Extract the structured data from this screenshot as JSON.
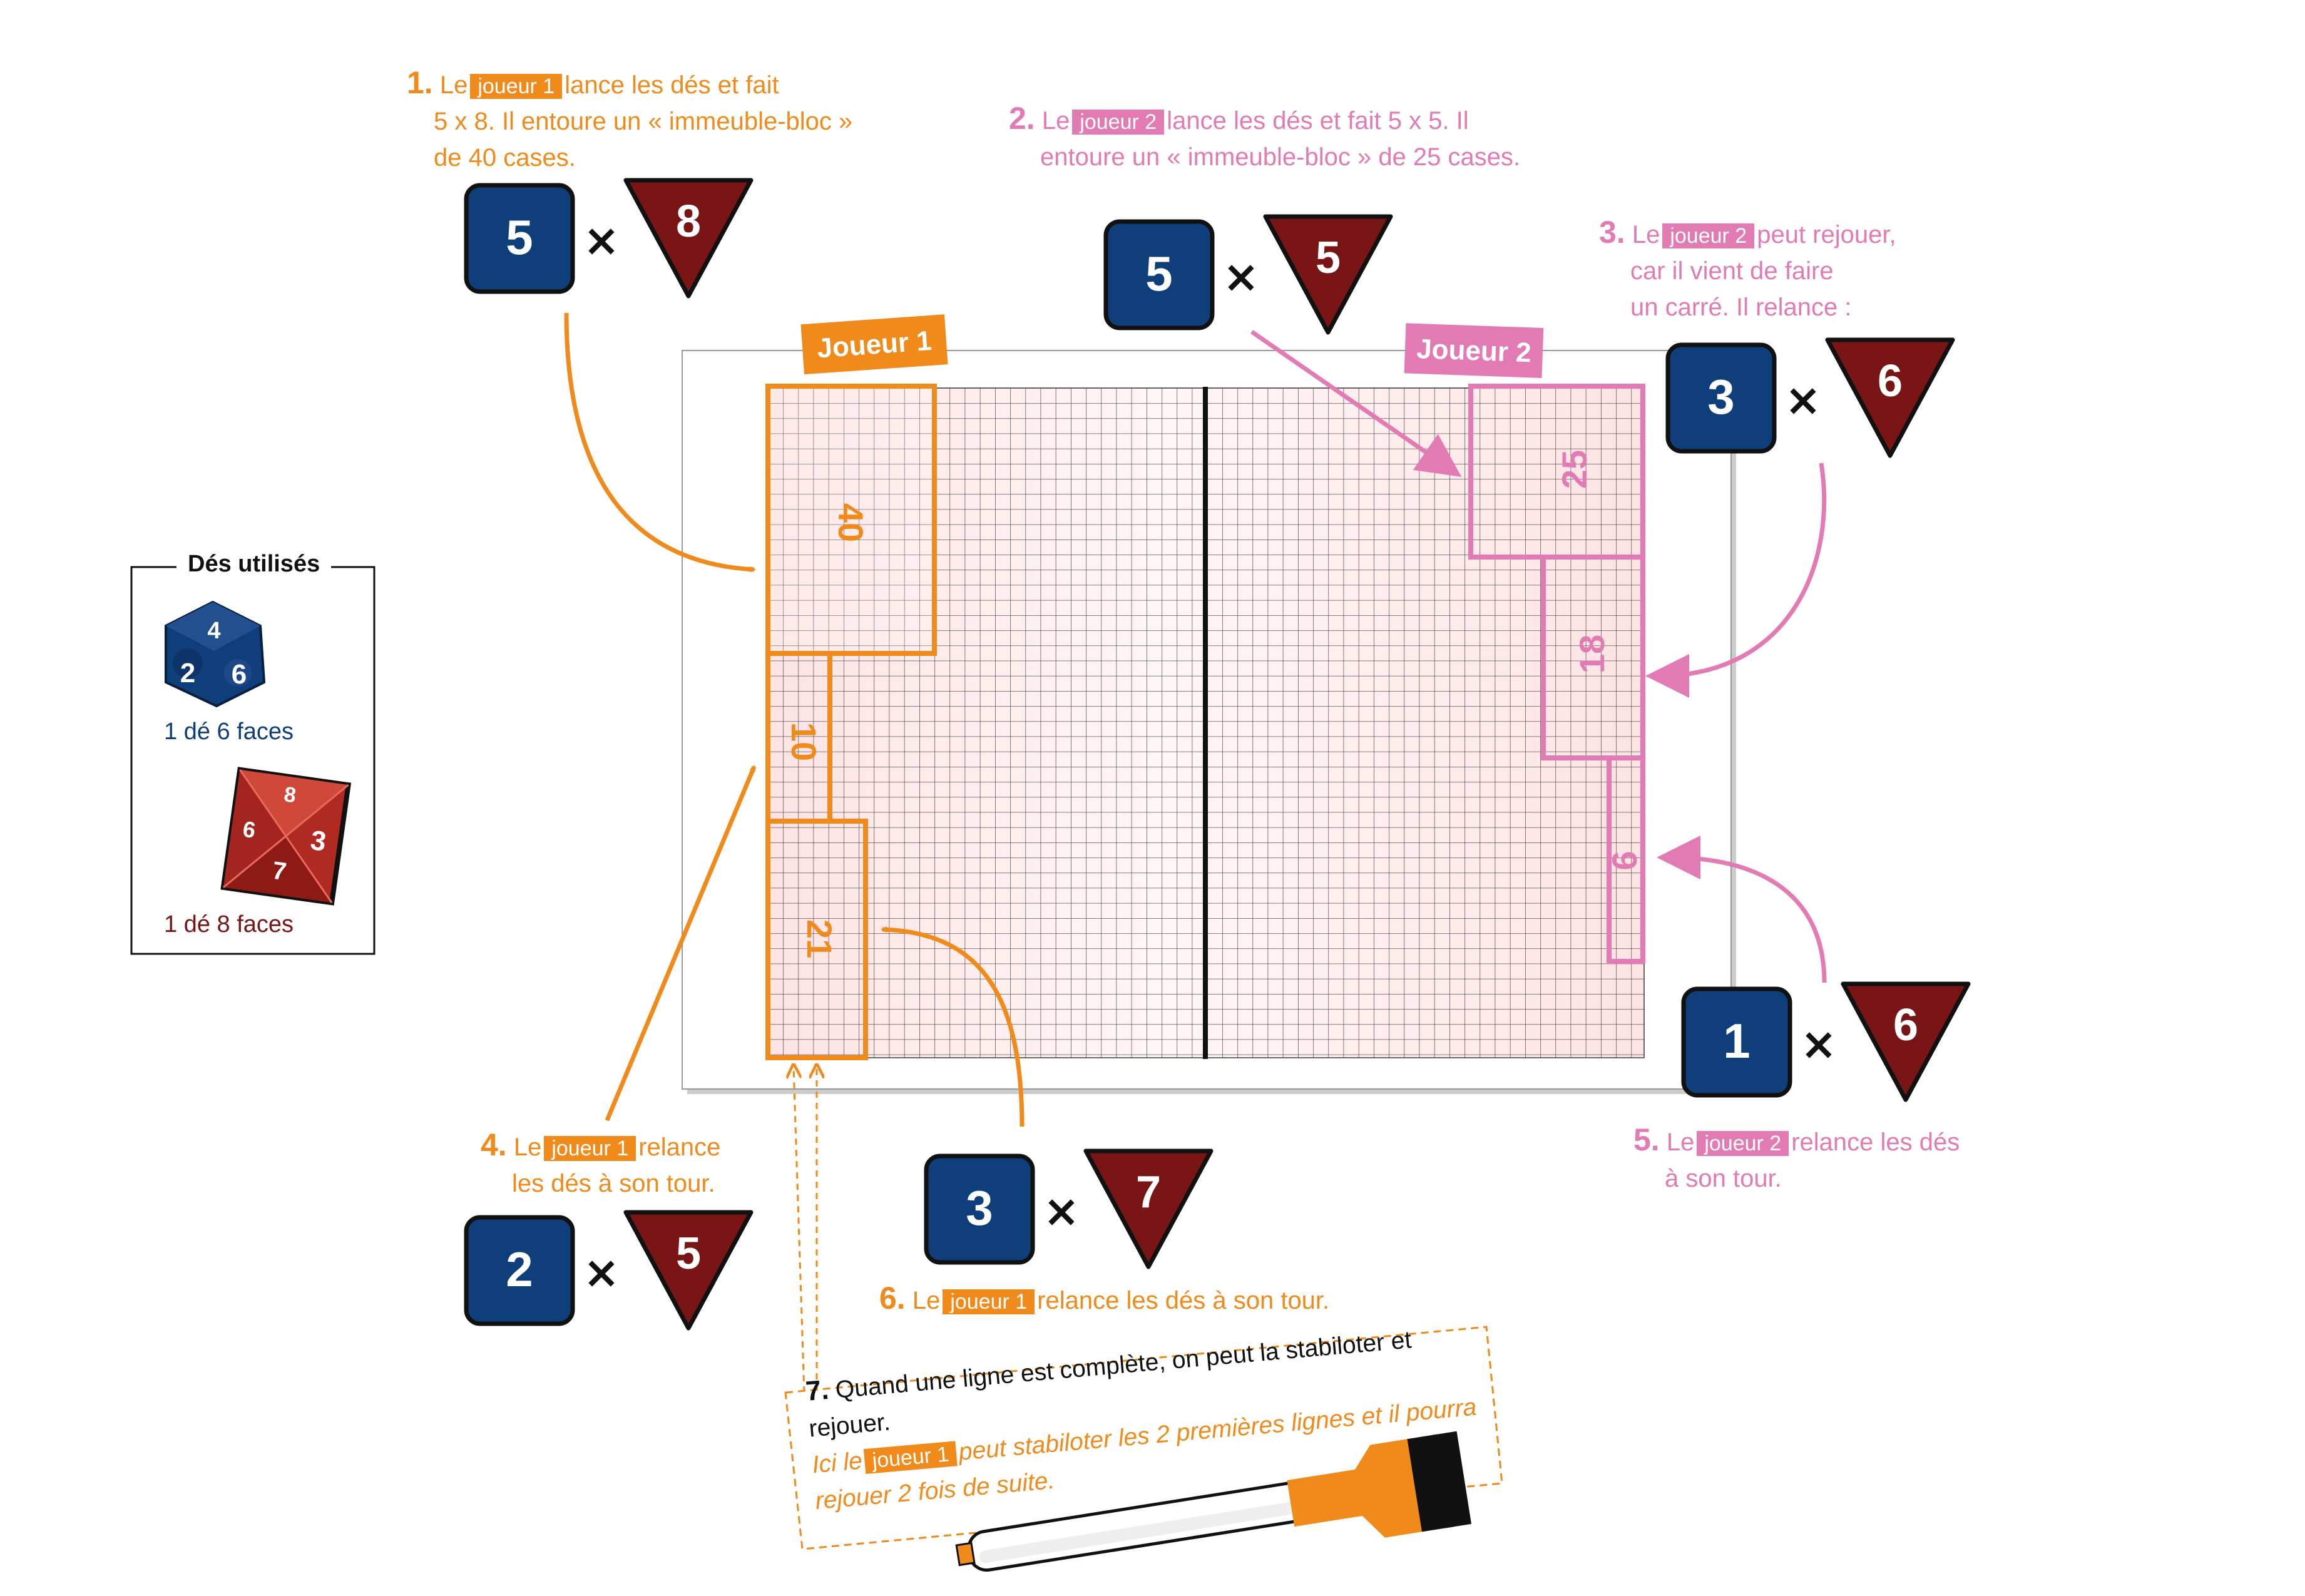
{
  "colors": {
    "orange": "#ef8a1b",
    "pink": "#e27bb3",
    "die6": "#0f3f7a",
    "die8": "#7a1515",
    "grid_bg": "#fde8e8"
  },
  "players": {
    "p1_label": "Joueur 1",
    "p2_label": "Joueur 2",
    "tag": "joueur 1",
    "tag2": "joueur 2"
  },
  "dice_pairs": [
    {
      "id": "step1",
      "d6": "5",
      "d8": "8"
    },
    {
      "id": "step2",
      "d6": "5",
      "d8": "5"
    },
    {
      "id": "step3",
      "d6": "3",
      "d8": "6"
    },
    {
      "id": "step4",
      "d6": "2",
      "d8": "5"
    },
    {
      "id": "step5",
      "d6": "1",
      "d8": "6"
    },
    {
      "id": "step6",
      "d6": "3",
      "d8": "7"
    }
  ],
  "times_sign": "×",
  "blocks": [
    {
      "player": 1,
      "value": "40"
    },
    {
      "player": 1,
      "value": "10"
    },
    {
      "player": 1,
      "value": "21"
    },
    {
      "player": 2,
      "value": "25"
    },
    {
      "player": 2,
      "value": "18"
    },
    {
      "player": 2,
      "value": "6"
    }
  ],
  "steps": {
    "s1": {
      "num": "1.",
      "pre": "Le",
      "post": "lance les dés et fait",
      "line2": "5 x 8. Il entoure un « immeuble-bloc »",
      "line3": "de 40 cases."
    },
    "s2": {
      "num": "2.",
      "pre": "Le",
      "post": "lance les dés et fait 5 x 5. Il",
      "line2": "entoure un « immeuble-bloc » de 25 cases."
    },
    "s3": {
      "num": "3.",
      "pre": "Le",
      "post": "peut rejouer,",
      "line2": "car il vient de faire",
      "line3": "un carré. Il relance :"
    },
    "s4": {
      "num": "4.",
      "pre": "Le",
      "post": "relance",
      "line2": "les dés à son tour."
    },
    "s5": {
      "num": "5.",
      "pre": "Le",
      "post": "relance les dés",
      "line2": "à son tour."
    },
    "s6": {
      "num": "6.",
      "pre": "Le",
      "post": "relance les dés à son tour."
    },
    "s7": {
      "num": "7.",
      "line1": "Quand une ligne est complète, on peut la stabiloter et rejouer.",
      "pre": "Ici le",
      "post": "peut stabiloter les 2 premières lignes et il pourra",
      "line3": "rejouer 2 fois de suite."
    }
  },
  "legend": {
    "title": "Dés utilisés",
    "d6_caption": "1 dé 6 faces",
    "d8_caption": "1 dé 8 faces",
    "d6_faces": [
      "4",
      "2",
      "6"
    ],
    "d8_faces": [
      "8",
      "6",
      "3",
      "7"
    ]
  }
}
